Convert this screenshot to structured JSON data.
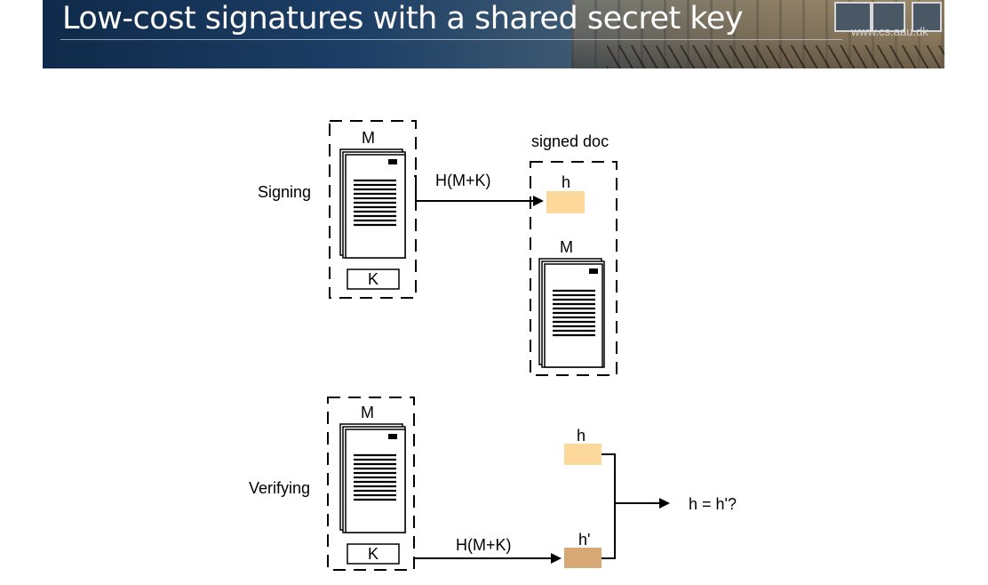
{
  "slide": {
    "title": "Low-cost signatures with a shared secret key",
    "url": "www.cs.aau.dk"
  },
  "diagram": {
    "signing": {
      "row_label": "Signing",
      "doc_label": "M",
      "key_label": "K",
      "arrow_label": "H(M+K)",
      "output_title": "signed doc",
      "hash_label": "h",
      "output_doc_label": "M"
    },
    "verifying": {
      "row_label": "Verifying",
      "doc_label": "M",
      "key_label": "K",
      "arrow_label": "H(M+K)",
      "hash_label": "h",
      "computed_hash_label": "h'",
      "result_label": "h = h'?"
    },
    "colors": {
      "hash_received": "#fcd99a",
      "hash_computed": "#d7a774"
    }
  }
}
